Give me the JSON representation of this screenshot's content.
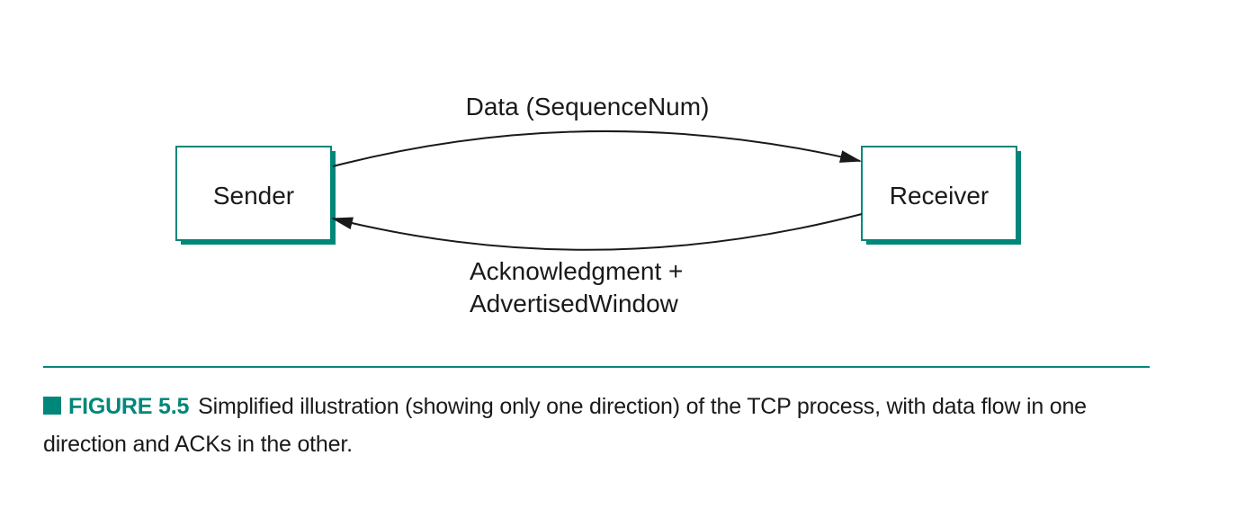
{
  "diagram": {
    "nodes": {
      "sender": "Sender",
      "receiver": "Receiver"
    },
    "edges": {
      "data_label": "Data (SequenceNum)",
      "ack_label_line1": "Acknowledgment +",
      "ack_label_line2": "AdvertisedWindow"
    }
  },
  "caption": {
    "figure_id": "FIGURE 5.5",
    "text": "Simplified illustration (showing only one direction) of the TCP process, with data flow in one direction and ACKs in the other."
  },
  "colors": {
    "accent": "#00877a",
    "shadow": "#00877a",
    "stroke": "#1a1a1a"
  }
}
